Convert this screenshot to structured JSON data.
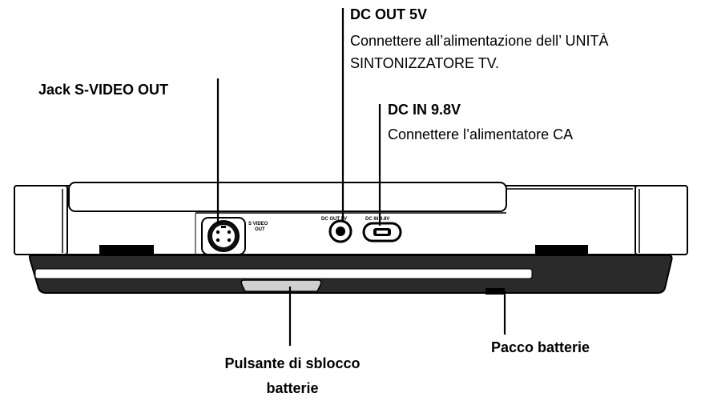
{
  "labels": {
    "svideo": {
      "title": "Jack S-VIDEO OUT"
    },
    "dcout": {
      "title": "DC OUT 5V",
      "desc_line1": "Connettere all’alimentazione dell’ UNITÀ",
      "desc_line2": "SINTONIZZATORE TV."
    },
    "dcin": {
      "title": "DC IN 9.8V",
      "desc": "Connettere l’alimentatore CA"
    },
    "release": {
      "line1": "Pulsante di sblocco",
      "line2": "batterie"
    },
    "battery": {
      "title": "Pacco batterie"
    }
  },
  "device_text": {
    "svideo_line1": "S VIDEO",
    "svideo_line2": "OUT",
    "dcout_small": "DC OUT 5V",
    "dcin_small": "DC IN 9.8V"
  }
}
